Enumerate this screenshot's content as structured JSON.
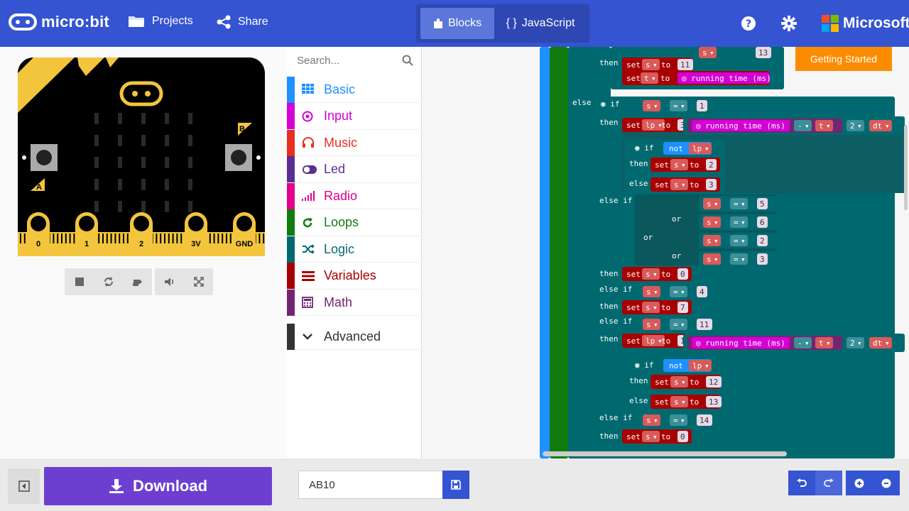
{
  "topbar": {
    "logo_text": "micro:bit",
    "projects_label": "Projects",
    "share_label": "Share",
    "blocks_label": "Blocks",
    "javascript_label": "JavaScript",
    "brand_label": "Microsoft",
    "colors": {
      "bar": "#3454d1",
      "toggle": "#2e47b3",
      "active": "#5a77d9"
    }
  },
  "simulator": {
    "button_a": "A",
    "button_b": "B",
    "pins": [
      "0",
      "1",
      "2",
      "3V",
      "GND"
    ],
    "toolbar_icons": [
      "stop-icon",
      "restart-icon",
      "debug-icon",
      "mute-icon",
      "fullscreen-icon"
    ]
  },
  "toolbox": {
    "search_placeholder": "Search...",
    "categories": [
      {
        "label": "Basic",
        "color": "#1e90ff",
        "icon": "grid-icon"
      },
      {
        "label": "Input",
        "color": "#d400d4",
        "icon": "target-icon"
      },
      {
        "label": "Music",
        "color": "#e63022",
        "icon": "headphones-icon"
      },
      {
        "label": "Led",
        "color": "#5c2d91",
        "icon": "toggle-icon"
      },
      {
        "label": "Radio",
        "color": "#e3008c",
        "icon": "signal-icon"
      },
      {
        "label": "Loops",
        "color": "#107c10",
        "icon": "loop-icon"
      },
      {
        "label": "Logic",
        "color": "#006970",
        "icon": "shuffle-icon"
      },
      {
        "label": "Variables",
        "color": "#a80000",
        "icon": "list-icon"
      },
      {
        "label": "Math",
        "color": "#712672",
        "icon": "calculator-icon"
      }
    ],
    "advanced_label": "Advanced"
  },
  "workspace": {
    "getting_started_label": "Getting Started",
    "keywords": {
      "then": "then",
      "else": "else",
      "else_if": "else if",
      "if": "if",
      "set": "set",
      "to": "to",
      "or": "or",
      "not": "not",
      "eq": "=",
      "minus": "-",
      "rt": "running time (ms)"
    },
    "vars": {
      "s": "s",
      "t": "t",
      "lp": "lp",
      "dt": "dt",
      "caret": "2"
    },
    "numbers": [
      "13",
      "11",
      "1",
      "2",
      "3",
      "5",
      "6",
      "2",
      "3",
      "0",
      "4",
      "7",
      "11",
      "12",
      "13",
      "14",
      "0"
    ],
    "colors": {
      "logic": "#006970",
      "variables": "#a80000",
      "loops": "#107c10",
      "math": "#712672",
      "input": "#d400d4",
      "basic": "#1e90ff",
      "var_chip": "#d85a5a",
      "op_chip": "#3a8f99"
    }
  },
  "bottombar": {
    "download_label": "Download",
    "project_name": "AB10"
  }
}
